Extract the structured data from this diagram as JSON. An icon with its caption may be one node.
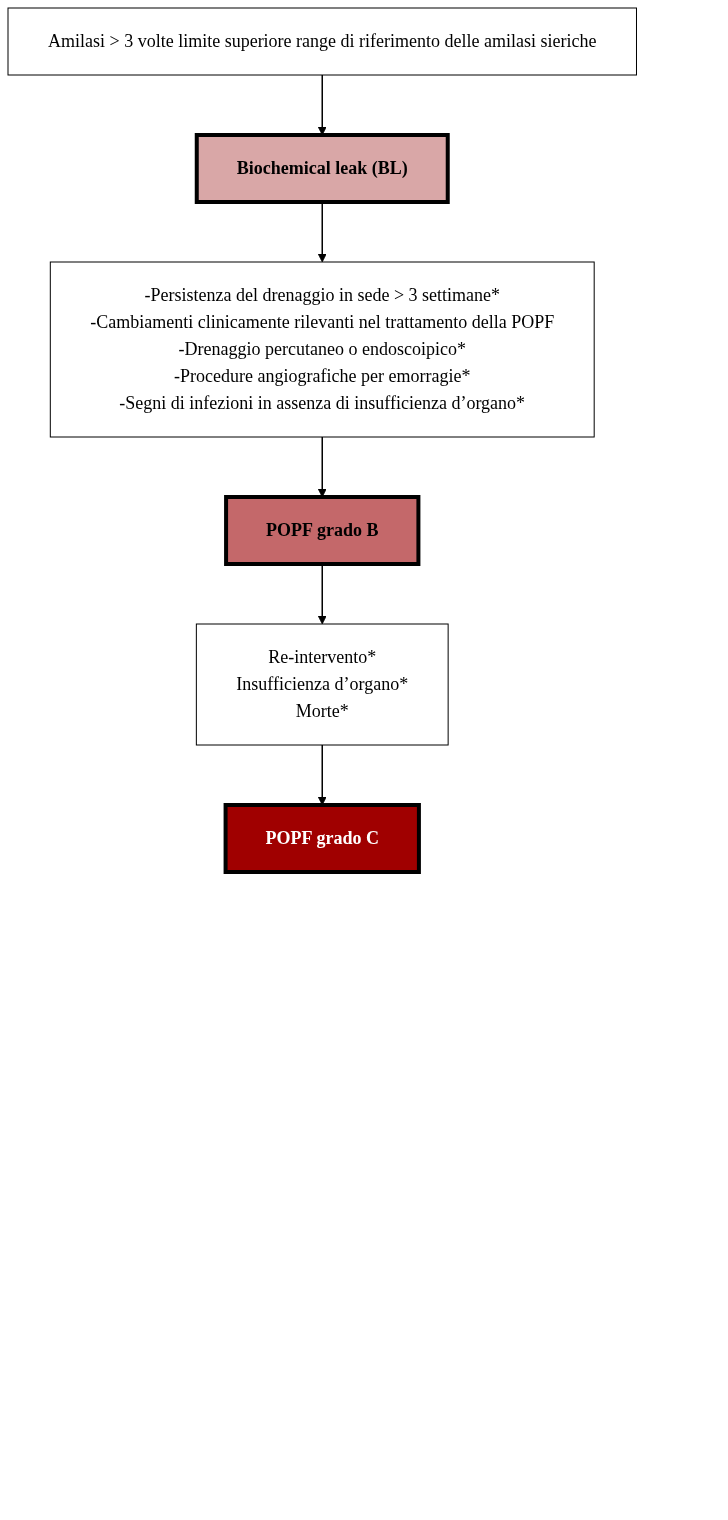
{
  "diagram": {
    "nodes": [
      {
        "text": [
          "Amilasi > 3 volte limite superiore range di riferimento delle amilasi sieriche"
        ]
      },
      {
        "text": [
          "Biochemical leak (BL)"
        ]
      },
      {
        "text": [
          "-Persistenza del drenaggio in sede > 3 settimane*",
          "-Cambiamenti clinicamente rilevanti nel trattamento della POPF",
          "-Drenaggio percutaneo o endoscoipico*",
          "-Procedure angiografiche per emorragie*",
          "-Segni di infezioni in assenza di insufficienza d’organo*"
        ]
      },
      {
        "text": [
          "POPF grado B"
        ]
      },
      {
        "text": [
          "Re-intervento*",
          "Insufficienza d’organo*",
          "Morte*"
        ]
      },
      {
        "text": [
          "POPF grado C"
        ]
      }
    ],
    "edges": [
      {
        "from": 0,
        "to": 1,
        "arrow": "to"
      },
      {
        "from": 1,
        "to": 2,
        "arrow": "to"
      },
      {
        "from": 2,
        "to": 3,
        "arrow": "to"
      },
      {
        "from": 3,
        "to": 4,
        "arrow": "to"
      },
      {
        "from": 4,
        "to": 5,
        "arrow": "to"
      }
    ]
  }
}
